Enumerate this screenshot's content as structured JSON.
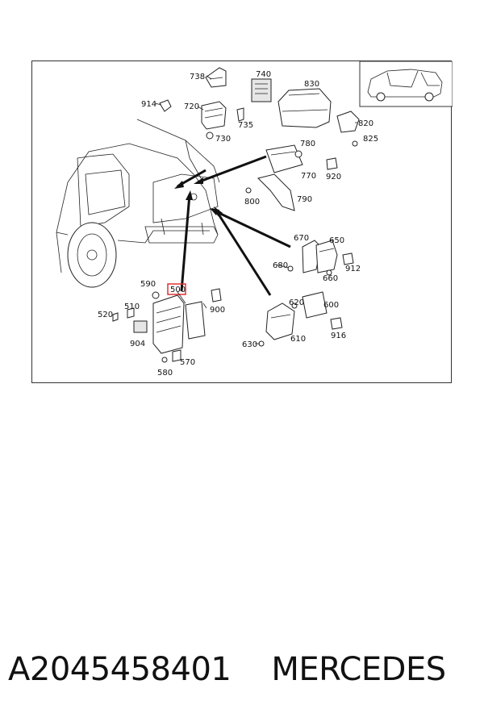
{
  "callouts": [
    {
      "id": "c738",
      "text": "738"
    },
    {
      "id": "c740",
      "text": "740"
    },
    {
      "id": "c830",
      "text": "830"
    },
    {
      "id": "c914",
      "text": "914"
    },
    {
      "id": "c720",
      "text": "720"
    },
    {
      "id": "c735",
      "text": "735"
    },
    {
      "id": "c730",
      "text": "730"
    },
    {
      "id": "c820",
      "text": "820"
    },
    {
      "id": "c825",
      "text": "825"
    },
    {
      "id": "c780",
      "text": "780"
    },
    {
      "id": "c770",
      "text": "770"
    },
    {
      "id": "c920",
      "text": "920"
    },
    {
      "id": "c800",
      "text": "800"
    },
    {
      "id": "c790",
      "text": "790"
    },
    {
      "id": "c670",
      "text": "670"
    },
    {
      "id": "c650",
      "text": "650"
    },
    {
      "id": "c680",
      "text": "680"
    },
    {
      "id": "c912",
      "text": "912"
    },
    {
      "id": "c660",
      "text": "660"
    },
    {
      "id": "c590",
      "text": "590"
    },
    {
      "id": "c500",
      "text": "500"
    },
    {
      "id": "c510",
      "text": "510"
    },
    {
      "id": "c520",
      "text": "520"
    },
    {
      "id": "c900",
      "text": "900"
    },
    {
      "id": "c904",
      "text": "904"
    },
    {
      "id": "c570",
      "text": "570"
    },
    {
      "id": "c580",
      "text": "580"
    },
    {
      "id": "c620",
      "text": "620"
    },
    {
      "id": "c600",
      "text": "600"
    },
    {
      "id": "c630",
      "text": "630"
    },
    {
      "id": "c610",
      "text": "610"
    },
    {
      "id": "c916",
      "text": "916"
    }
  ],
  "highlight": {
    "callout": "500",
    "color": "#e03030"
  },
  "caption": {
    "part_number": "A2045458401",
    "brand": "MERCEDES"
  }
}
